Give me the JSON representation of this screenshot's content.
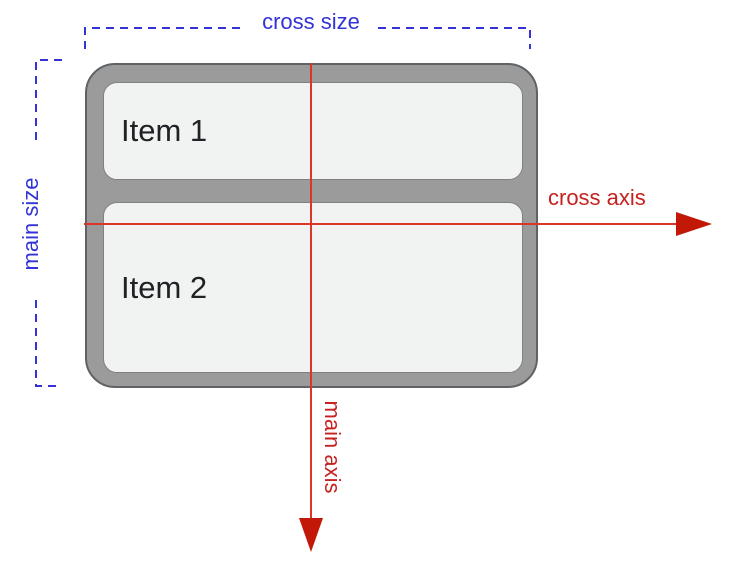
{
  "labels": {
    "cross_size": "cross size",
    "main_size": "main size",
    "cross_axis": "cross axis",
    "main_axis": "main axis"
  },
  "items": [
    {
      "label": "Item 1"
    },
    {
      "label": "Item 2"
    }
  ],
  "colors": {
    "size-blue": "#3333d6",
    "axis-red": "#c5221f",
    "axis-line-red": "#dd3528",
    "arrow-red": "#c21807",
    "container-gray": "#9b9b9b",
    "container-border": "#5f6368",
    "item-bg": "#f1f2f2",
    "item-border": "#808080",
    "item-text": "#202124"
  }
}
